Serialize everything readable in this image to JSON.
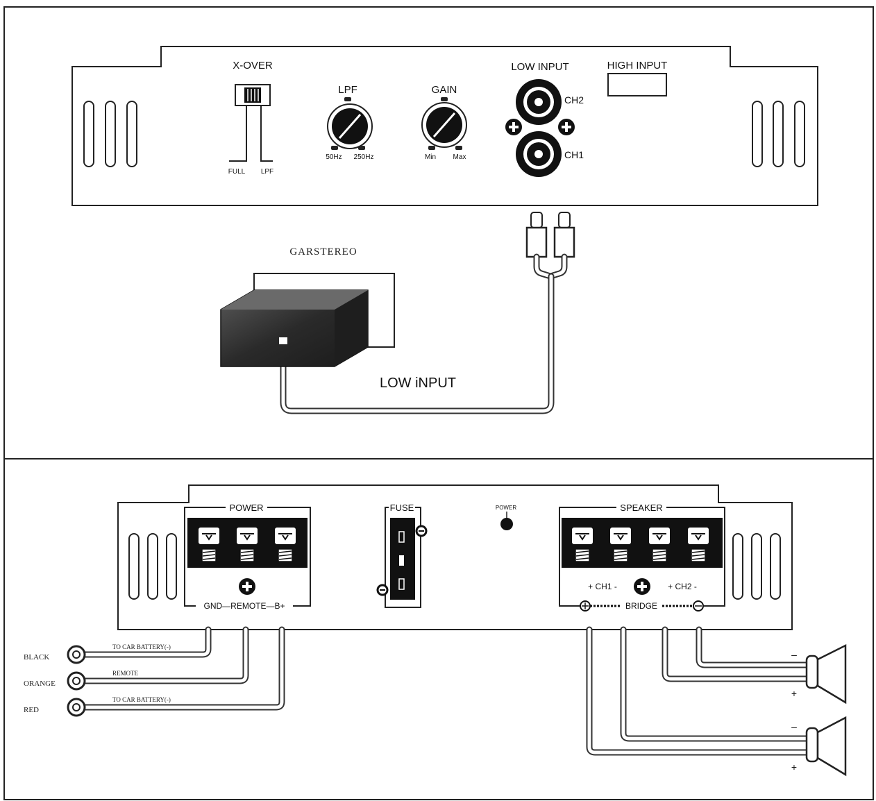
{
  "top_panel": {
    "xover_label": "X-OVER",
    "xover_full": "FULL",
    "xover_lpf": "LPF",
    "lpf_label": "LPF",
    "lpf_min": "50Hz",
    "lpf_max": "250Hz",
    "gain_label": "GAIN",
    "gain_min": "Min",
    "gain_max": "Max",
    "low_input_label": "LOW INPUT",
    "ch2_label": "CH2",
    "ch1_label": "CH1",
    "high_input_label": "HIGH INPUT"
  },
  "source": {
    "car_stereo_label": "GARSTEREO",
    "low_input_caption": "LOW iNPUT"
  },
  "bottom_panel": {
    "power_label": "POWER",
    "power_terminals": "GND—REMOTE—B+",
    "fuse_label": "FUSE",
    "power_led_label": "POWER",
    "speaker_label": "SPEAKER",
    "ch1_label": "+  CH1  -",
    "ch2_label": "+  CH2  -",
    "bridge_label": "BRIDGE"
  },
  "wires": {
    "black_label": "BLACK",
    "orange_label": "ORANGE",
    "red_label": "RED",
    "black_note": "TO CAR BATTERY(-)",
    "orange_note": "REMOTE",
    "red_note": "TO CAR BATTERY(-)"
  },
  "speakers": {
    "minus": "–",
    "plus": "+"
  },
  "colors": {
    "stroke": "#222222",
    "box_fill": "#3a3a3a"
  }
}
